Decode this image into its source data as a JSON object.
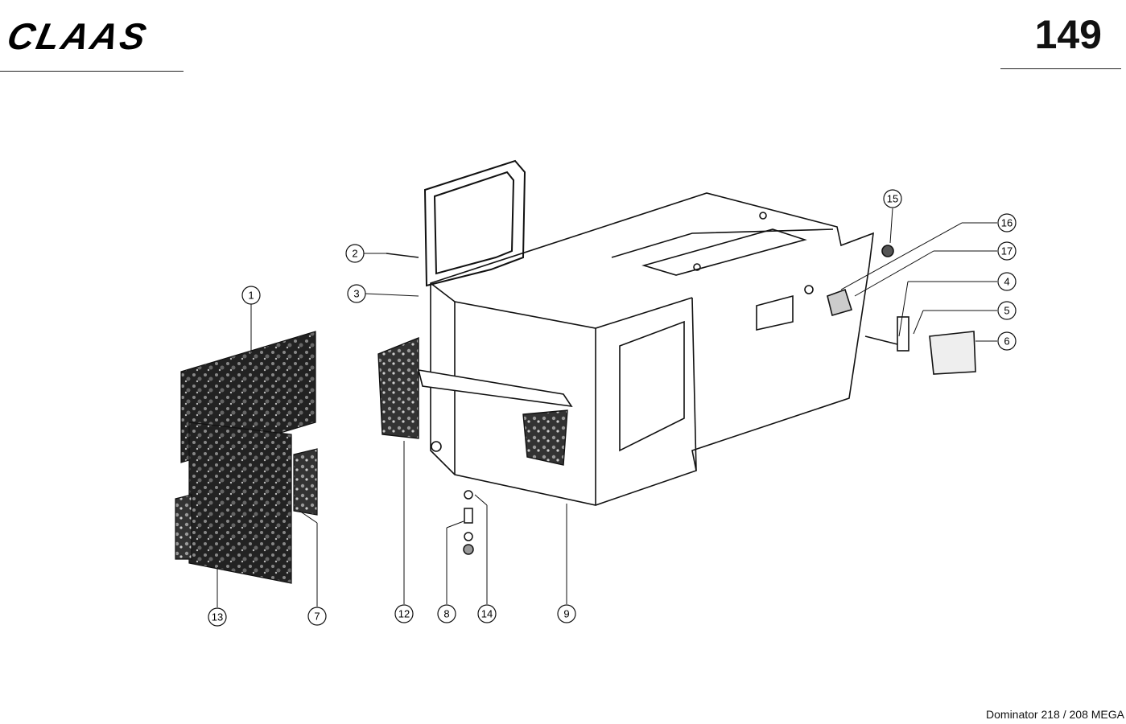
{
  "header": {
    "brand_logo": "CLAAS",
    "page_number": "149"
  },
  "footer": {
    "model": "Dominator 218 / 208 MEGA"
  },
  "callouts": [
    "1",
    "2",
    "3",
    "4",
    "5",
    "6",
    "7",
    "8",
    "9",
    "12",
    "13",
    "14",
    "15",
    "16",
    "17"
  ],
  "colors": {
    "ink": "#111111",
    "paper": "#ffffff"
  }
}
